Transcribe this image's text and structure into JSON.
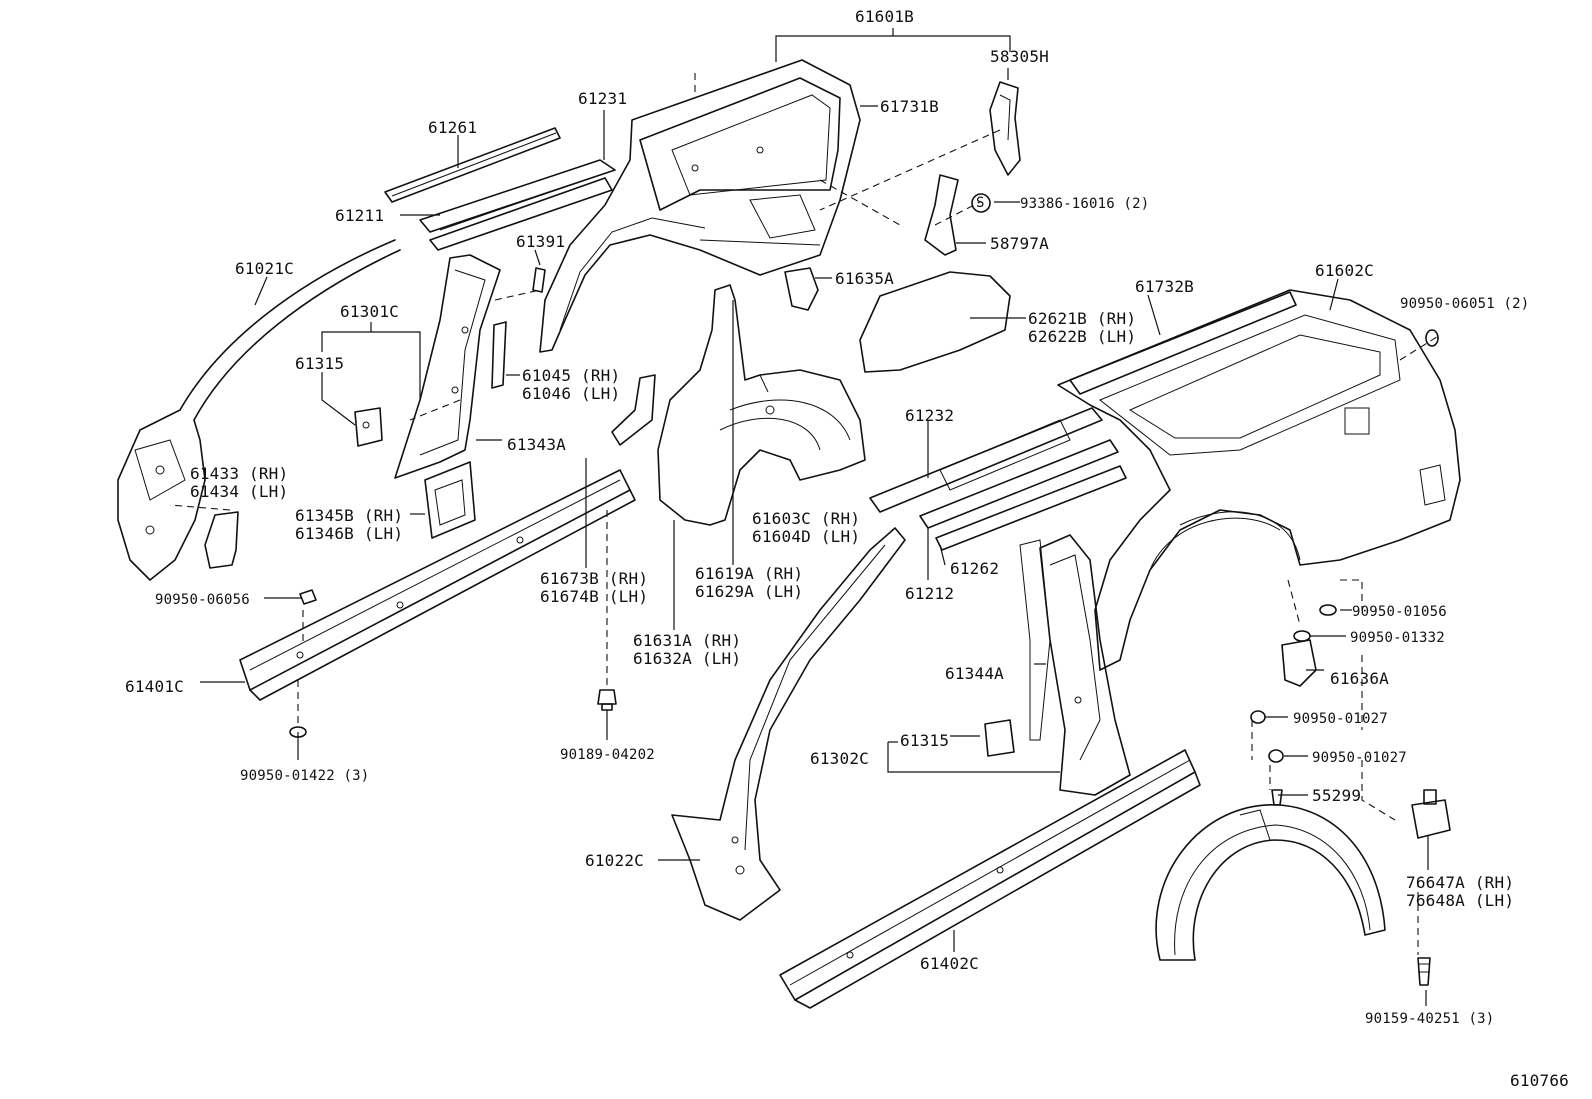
{
  "diagram_code": "610766",
  "labels": {
    "p61601B": "61601B",
    "p58305H": "58305H",
    "p61731B": "61731B",
    "p61231": "61231",
    "p61261": "61261",
    "p61211": "61211",
    "p93386": "93386-16016 (2)",
    "screw_symbol": "S",
    "p58797A": "58797A",
    "p61021C": "61021C",
    "p61391": "61391",
    "p61635A": "61635A",
    "p61301C": "61301C",
    "p61315a": "61315",
    "p61045": "61045 (RH)",
    "p61046": "61046 (LH)",
    "p62621B": "62621B (RH)",
    "p62622B": "62622B (LH)",
    "p61732B": "61732B",
    "p61602C": "61602C",
    "p90950_06051": "90950-06051 (2)",
    "p61343A": "61343A",
    "p61232": "61232",
    "p61433": "61433 (RH)",
    "p61434": "61434 (LH)",
    "p61345B": "61345B (RH)",
    "p61346B": "61346B (LH)",
    "p61603C": "61603C (RH)",
    "p61604D": "61604D (LH)",
    "p61673B": "61673B (RH)",
    "p61674B": "61674B (LH)",
    "p61619A": "61619A (RH)",
    "p61629A": "61629A (LH)",
    "p61262": "61262",
    "p61212": "61212",
    "p90950_06056": "90950-06056",
    "p90950_01056": "90950-01056",
    "p90950_01332": "90950-01332",
    "p61631A": "61631A (RH)",
    "p61632A": "61632A (LH)",
    "p61344A": "61344A",
    "p61636A": "61636A",
    "p61401C": "61401C",
    "p90189_04202": "90189-04202",
    "p90950_01422": "90950-01422 (3)",
    "p90950_01027a": "90950-01027",
    "p61315b": "61315",
    "p61302C": "61302C",
    "p90950_01027b": "90950-01027",
    "p55299": "55299",
    "p61022C": "61022C",
    "p76647A": "76647A (RH)",
    "p76648A": "76648A (LH)",
    "p61402C": "61402C",
    "p90159_40251": "90159-40251 (3)"
  }
}
